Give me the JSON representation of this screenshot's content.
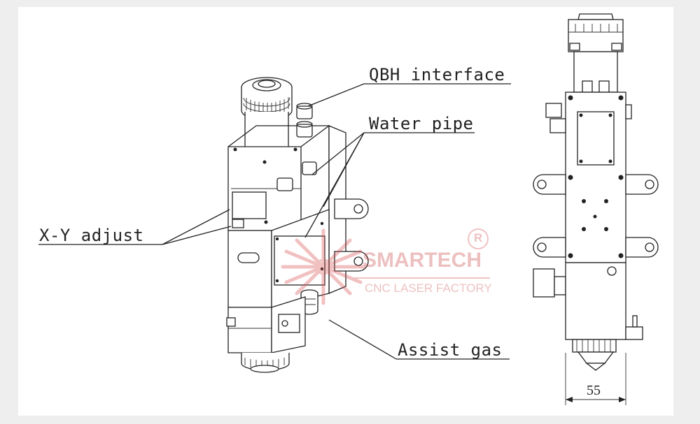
{
  "labels": {
    "qbh_interface": "QBH interface",
    "water_pipe": "Water pipe",
    "xy_adjust": "X-Y adjust",
    "assist_gas": "Assist gas"
  },
  "watermark": {
    "brand": "SMARTECH",
    "tagline": "CNC LASER FACTORY",
    "registered_mark": "R",
    "color": "#d85050"
  },
  "dimension": {
    "value": "55"
  }
}
